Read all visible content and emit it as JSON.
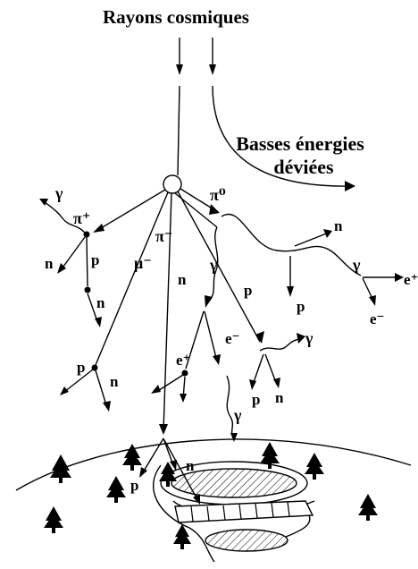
{
  "title": "Rayons cosmiques",
  "deflected_label": {
    "line1": "Basses énergies",
    "line2": "déviées"
  },
  "particles": {
    "gamma": "γ",
    "pi_plus": "π⁺",
    "pi_zero": "π⁰",
    "pi_minus": "π⁻",
    "mu_minus": "μ⁻",
    "neutron": "n",
    "proton": "p",
    "electron": "e⁻",
    "positron": "e⁺"
  },
  "colors": {
    "ink": "#000000",
    "background": "#ffffff"
  },
  "icons": [
    "tree-icon",
    "collision-nucleus-icon",
    "detector-ring-icon"
  ]
}
